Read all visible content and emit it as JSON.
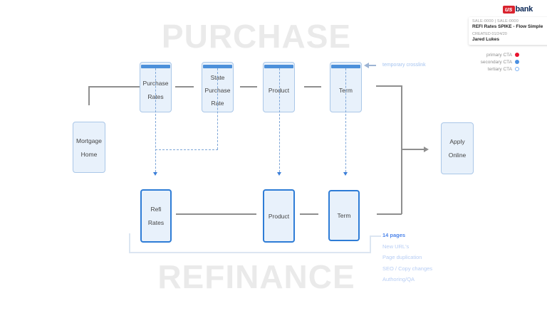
{
  "header": {
    "logo": {
      "us": "us",
      "bank": "bank"
    },
    "card": {
      "tickets": "SALE-0000  |  SALE-0000",
      "title": "REFI Rates SPIKE - Flow Simple",
      "created": "CREATED 01/24/20",
      "author": "Jared Lukes"
    }
  },
  "legend": {
    "items": [
      {
        "label": "primary CTA",
        "swatch_style": "background:#e8112d"
      },
      {
        "label": "secondary CTA",
        "swatch_style": "background:#4a90e2"
      },
      {
        "label": "tertiary CTA",
        "swatch_style": "background:#ffffff;border:1.5px solid #7db3f5"
      }
    ],
    "colors": {
      "primary": "#e8112d",
      "secondary": "#4a90e2",
      "tertiary_ring": "#7db3f5"
    }
  },
  "watermarks": {
    "purchase": "PURCHASE",
    "refinance": "REFINANCE"
  },
  "flow": {
    "nodes": {
      "mortgage_home": [
        "Mortgage",
        "Home"
      ],
      "purchase_rates": [
        "Purchase",
        "Rates"
      ],
      "state_purchase_rate": [
        "State",
        "Purchase",
        "Rate"
      ],
      "product_purchase": [
        "Product"
      ],
      "term_purchase": [
        "Term"
      ],
      "refi_rates": [
        "Refi",
        "Rates"
      ],
      "product_refinance": [
        "Product"
      ],
      "term_refinance": [
        "Term"
      ],
      "apply_online": [
        "Apply",
        "Online"
      ]
    }
  },
  "annotations": {
    "crosslink_label": "temporary crosslink",
    "notes": [
      "14 pages",
      "New URL's",
      "Page duplication",
      "SEO / Copy changes",
      "Authoring/QA"
    ]
  },
  "colors": {
    "node_fill": "#e8f1fb",
    "node_border": "#aac7e8",
    "node_border_strong": "#2e7cd6",
    "node_header_bar": "#4c90da",
    "connector_gray": "#8f8f8f",
    "connector_dashed_blue": "#7ea6d8",
    "arrowhead_blue": "#3b7ed8",
    "watermark_gray": "#eaeaea",
    "bracket_blue_gray": "#dce6f2",
    "brand_red": "#d9232e",
    "brand_navy": "#0a2756"
  }
}
